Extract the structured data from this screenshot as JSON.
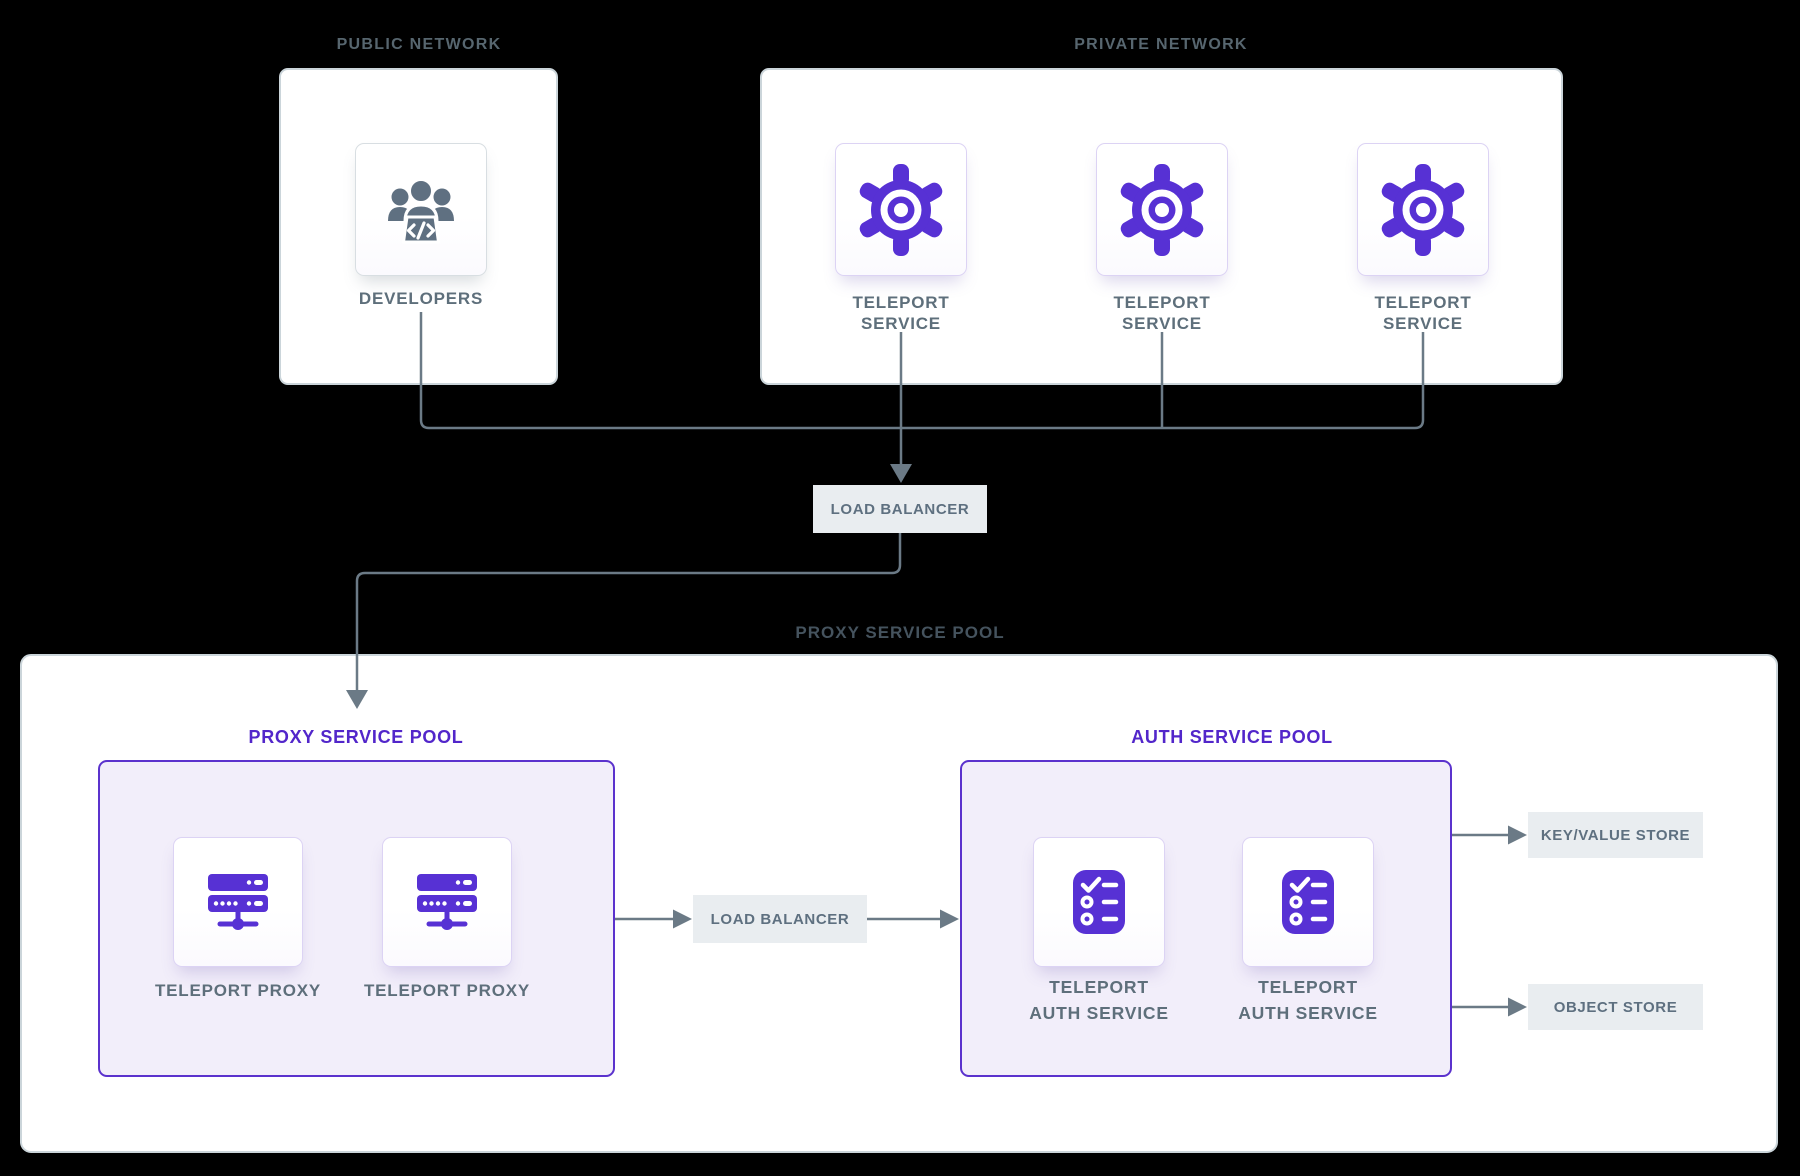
{
  "sections": {
    "public_network": {
      "title": "PUBLIC NETWORK"
    },
    "private_network": {
      "title": "PRIVATE NETWORK"
    },
    "outer_pool": {
      "title": "PROXY SERVICE POOL"
    },
    "proxy_pool": {
      "title": "PROXY SERVICE POOL"
    },
    "auth_pool": {
      "title": "AUTH SERVICE POOL"
    }
  },
  "nodes": {
    "developers": {
      "label": "DEVELOPERS"
    },
    "teleport_services": [
      {
        "line1": "TELEPORT",
        "line2": "SERVICE"
      },
      {
        "line1": "TELEPORT",
        "line2": "SERVICE"
      },
      {
        "line1": "TELEPORT",
        "line2": "SERVICE"
      }
    ],
    "teleport_proxies": [
      {
        "label": "TELEPORT PROXY"
      },
      {
        "label": "TELEPORT PROXY"
      }
    ],
    "teleport_auth_services": [
      {
        "line1": "TELEPORT",
        "line2": "AUTH SERVICE"
      },
      {
        "line1": "TELEPORT",
        "line2": "AUTH SERVICE"
      }
    ]
  },
  "load_balancers": {
    "network_lb": {
      "label": "LOAD BALANCER"
    },
    "proxy_lb": {
      "label": "LOAD BALANCER"
    }
  },
  "stores": {
    "key_value": {
      "label": "KEY/VALUE STORE"
    },
    "object": {
      "label": "OBJECT STORE"
    }
  },
  "colors": {
    "background": "#000000",
    "panel_fill": "#ffffff",
    "panel_border": "#cbd5da",
    "pool_fill": "#f2eefa",
    "pool_border": "#5b32cd",
    "icon_purple": "#5731d4",
    "pool_title_purple": "#5226ca",
    "label_slate": "#5e6f7b",
    "network_title_gray": "#57666f",
    "outer_title_gray": "#45535e",
    "connector_slate": "#6b7a86",
    "chip_fill": "#e9edf0",
    "developers_icon_slate": "#5f7081"
  }
}
